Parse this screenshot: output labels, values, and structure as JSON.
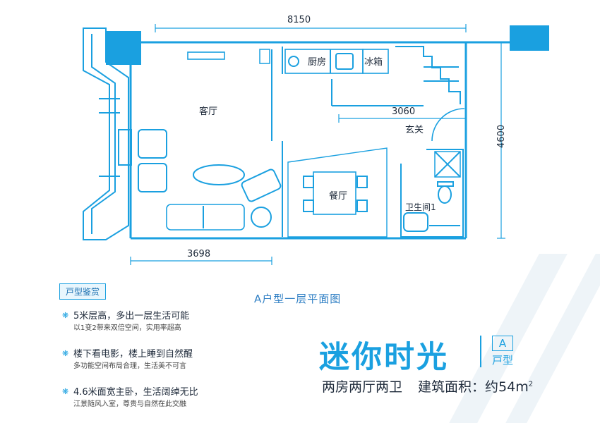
{
  "floorplan": {
    "dimensions": {
      "top_width": "8150",
      "inner_width": "3060",
      "right_height": "4600",
      "bottom_width": "3698"
    },
    "rooms": {
      "kitchen": "厨房",
      "fridge": "冰箱",
      "living_room": "客厅",
      "entrance": "玄关",
      "dining_room": "餐厅",
      "bathroom": "卫生间1"
    },
    "caption": "A户型一层平面图"
  },
  "highlights": {
    "tag": "戸型鉴赏",
    "items": [
      {
        "title": "5米层高，多出一层生活可能",
        "detail": "以1变2带来双倍空间，实用率超高"
      },
      {
        "title": "楼下看电影，楼上睡到自然醒",
        "detail": "多功能空间布局合理，生活美不可言"
      },
      {
        "title": "4.6米面宽主卧，生活阔绰无比",
        "detail": "江景随风入室，尊贵与自然在此交融"
      }
    ]
  },
  "branding": {
    "name": "迷你时光",
    "type_letter": "A",
    "type_label": "戸型",
    "layout": "两房两厅两卫",
    "area_label": "建筑面积：约54m",
    "area_superscript": "2"
  },
  "colors": {
    "accent": "#1aa0e0",
    "text": "#1e2a3a"
  }
}
